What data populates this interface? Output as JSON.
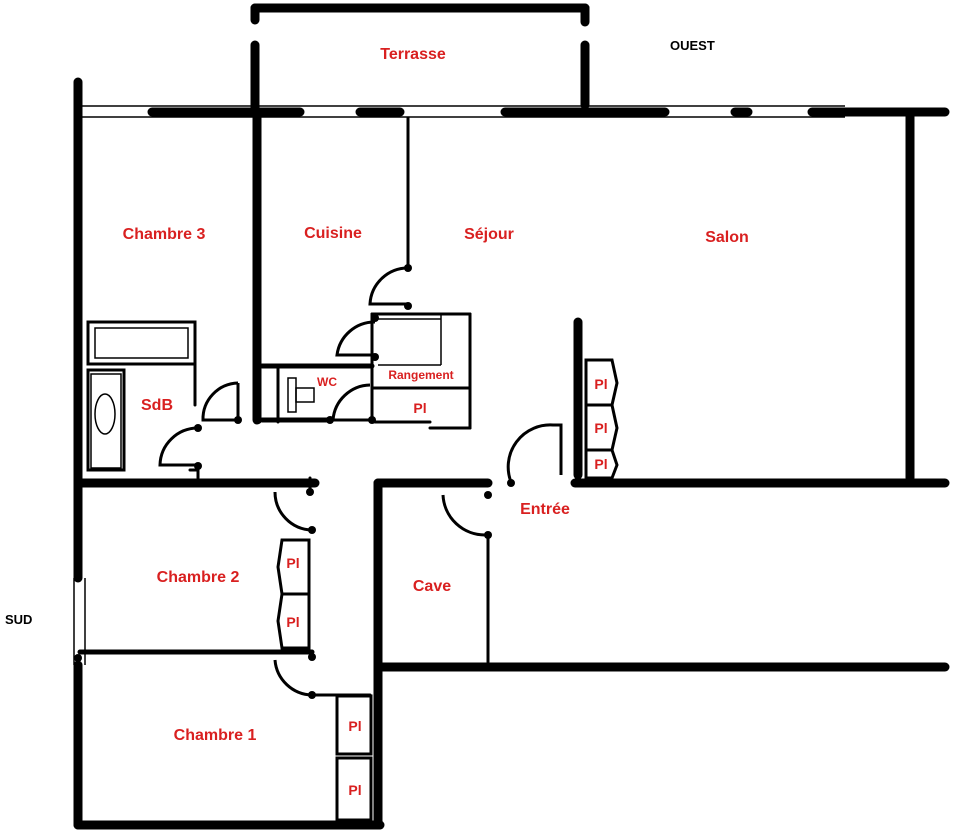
{
  "directions": {
    "west": "OUEST",
    "south": "SUD"
  },
  "rooms": {
    "terrasse": "Terrasse",
    "chambre3": "Chambre 3",
    "cuisine": "Cuisine",
    "sejour": "Séjour",
    "salon": "Salon",
    "sdb": "SdB",
    "wc": "WC",
    "rangement": "Rangement",
    "entree": "Entrée",
    "cave": "Cave",
    "chambre2": "Chambre 2",
    "chambre1": "Chambre 1"
  },
  "closet_label": "Pl"
}
